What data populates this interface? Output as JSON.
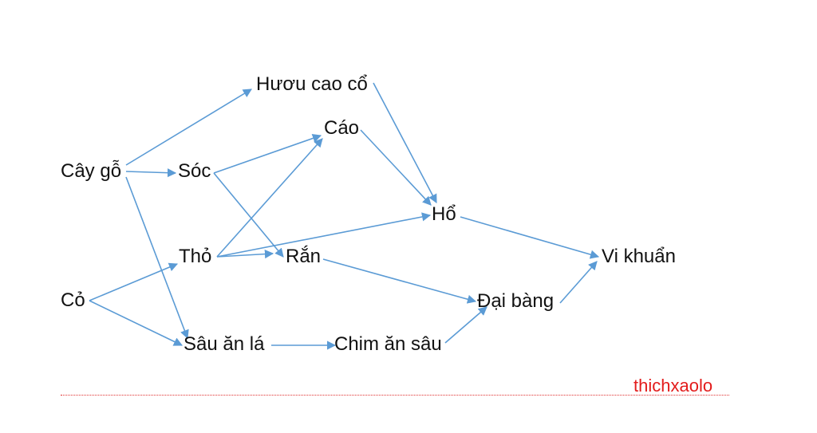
{
  "colors": {
    "arrow": "#5b9bd5",
    "text": "#111111",
    "watermark": "#e31c1c"
  },
  "diagram": {
    "nodes": [
      {
        "id": "cay-go",
        "label": "Cây gỗ"
      },
      {
        "id": "co",
        "label": "Cỏ"
      },
      {
        "id": "huou",
        "label": "Hươu cao cổ"
      },
      {
        "id": "soc",
        "label": "Sóc"
      },
      {
        "id": "tho",
        "label": "Thỏ"
      },
      {
        "id": "sau",
        "label": "Sâu ăn lá"
      },
      {
        "id": "cao",
        "label": "Cáo"
      },
      {
        "id": "ran",
        "label": "Rắn"
      },
      {
        "id": "chim",
        "label": "Chim ăn sâu"
      },
      {
        "id": "ho",
        "label": "Hổ"
      },
      {
        "id": "dai-bang",
        "label": "Đại bàng"
      },
      {
        "id": "vi-khuan",
        "label": "Vi khuẩn"
      }
    ],
    "edges": [
      {
        "from": "cay-go",
        "to": "huou"
      },
      {
        "from": "cay-go",
        "to": "soc"
      },
      {
        "from": "cay-go",
        "to": "sau"
      },
      {
        "from": "co",
        "to": "tho"
      },
      {
        "from": "co",
        "to": "sau"
      },
      {
        "from": "huou",
        "to": "ho"
      },
      {
        "from": "soc",
        "to": "cao"
      },
      {
        "from": "soc",
        "to": "ran"
      },
      {
        "from": "tho",
        "to": "cao"
      },
      {
        "from": "tho",
        "to": "ran"
      },
      {
        "from": "tho",
        "to": "ho"
      },
      {
        "from": "cao",
        "to": "ho"
      },
      {
        "from": "ran",
        "to": "dai-bang"
      },
      {
        "from": "sau",
        "to": "chim"
      },
      {
        "from": "chim",
        "to": "dai-bang"
      },
      {
        "from": "ho",
        "to": "vi-khuan"
      },
      {
        "from": "dai-bang",
        "to": "vi-khuan"
      }
    ]
  },
  "watermark": {
    "text": "thichxaolo"
  }
}
